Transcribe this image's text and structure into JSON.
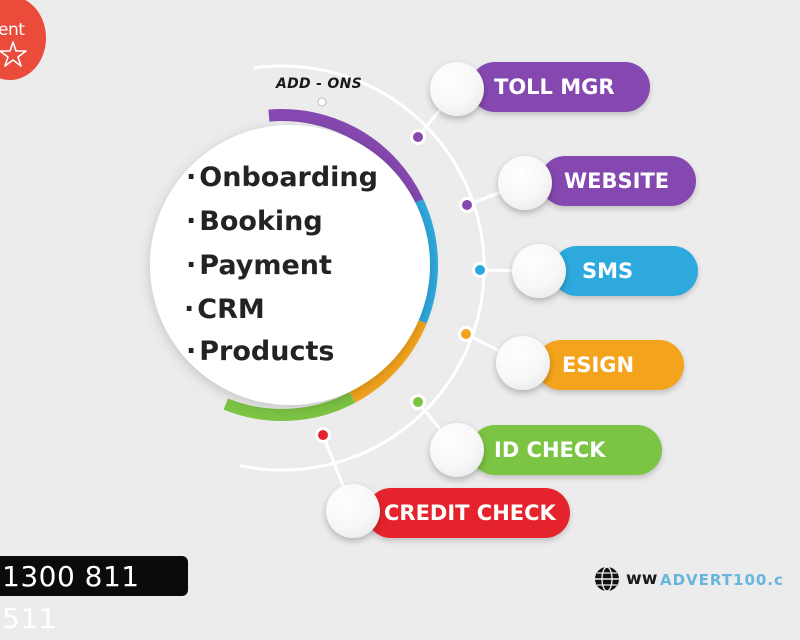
{
  "logo": {
    "text": "ent"
  },
  "addons": {
    "title": "ADD - ONS"
  },
  "core": {
    "bullet": "·",
    "items": [
      "Onboarding",
      "Booking",
      "Payment",
      "CRM",
      "Products"
    ]
  },
  "branches": [
    {
      "label": "TOLL MGR",
      "color": "#8548b0"
    },
    {
      "label": "WEBSITE",
      "color": "#8548b0"
    },
    {
      "label": "SMS",
      "color": "#2ea9de"
    },
    {
      "label": "ESIGN",
      "color": "#f3a41c"
    },
    {
      "label": "ID CHECK",
      "color": "#7cc443"
    },
    {
      "label": "CREDIT CHECK",
      "color": "#e5232c"
    }
  ],
  "ring_colors": {
    "purple": "#8548b0",
    "blue": "#2ea9de",
    "orange": "#f3a41c",
    "green": "#7cc443"
  },
  "footer": {
    "phone": "1300 811 511",
    "web": "ww",
    "watermark": "ADVERT100.c"
  }
}
